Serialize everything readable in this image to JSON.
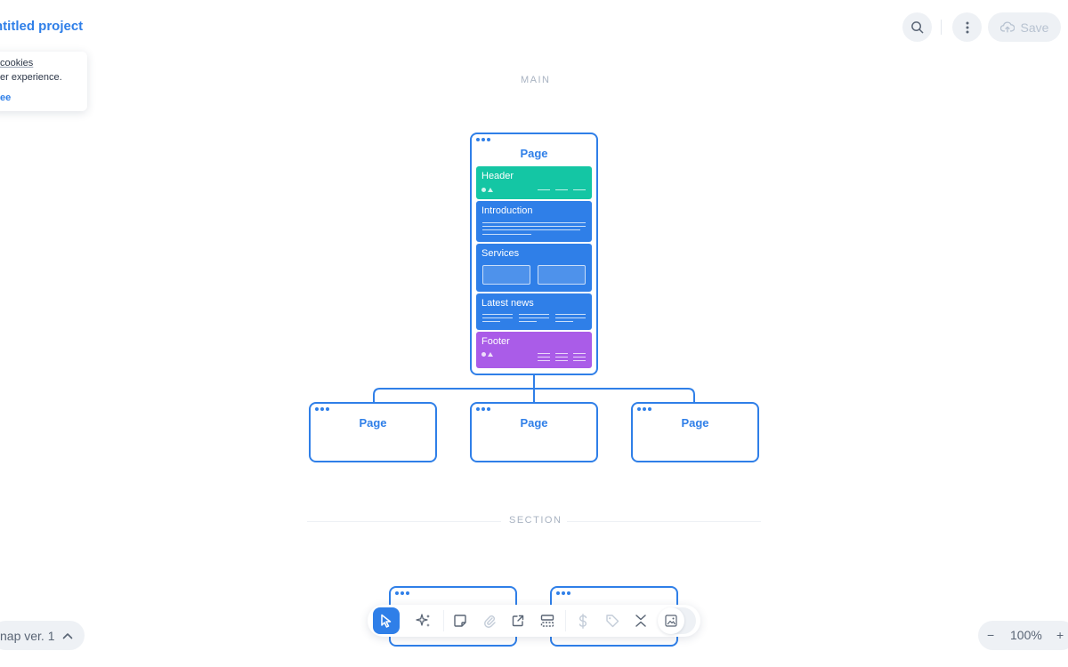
{
  "header": {
    "project_title": "ntitled project",
    "search_icon": "search-icon",
    "more_icon": "vertical-dots-icon",
    "save_label": "Save",
    "save_icon": "cloud-upload-icon"
  },
  "cookie_notice": {
    "line1_link": "cookies",
    "line2": "er experience.",
    "agree_label": "ee"
  },
  "canvas": {
    "main_label": "MAIN",
    "section_label": "SECTION",
    "main_page": {
      "title": "Page",
      "blocks": [
        "Header",
        "Introduction",
        "Services",
        "Latest news",
        "Footer"
      ]
    },
    "child_pages": [
      "Page",
      "Page",
      "Page"
    ]
  },
  "toolbar": {
    "tools": [
      "cursor-icon",
      "sparkle-icon",
      "sticky-note-icon",
      "paperclip-icon",
      "external-link-icon",
      "layout-icon",
      "dollar-icon",
      "tag-icon",
      "collapse-icon",
      "image-icon"
    ]
  },
  "footer": {
    "version_label": "nap ver. 1",
    "zoom_minus": "−",
    "zoom_value": "100%",
    "zoom_plus": "+"
  },
  "colors": {
    "accent": "#2f7fe8",
    "header_block": "#14c6a4",
    "content_block": "#2f7fe8",
    "footer_block": "#aa5ce8"
  }
}
